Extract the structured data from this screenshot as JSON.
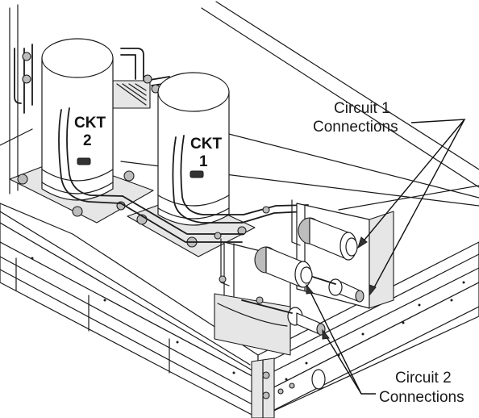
{
  "compressors": [
    {
      "id": "ckt2",
      "line1": "CKT",
      "line2": "2"
    },
    {
      "id": "ckt1",
      "line1": "CKT",
      "line2": "1"
    }
  ],
  "callouts": [
    {
      "id": "circuit1",
      "line1": "Circuit 1",
      "line2": "Connections"
    },
    {
      "id": "circuit2",
      "line1": "Circuit 2",
      "line2": "Connections"
    }
  ],
  "colors": {
    "line": "#1a1a1a",
    "background": "#ffffff",
    "shade": "#e6e6e6",
    "shade_dark": "#bdbdbd"
  }
}
